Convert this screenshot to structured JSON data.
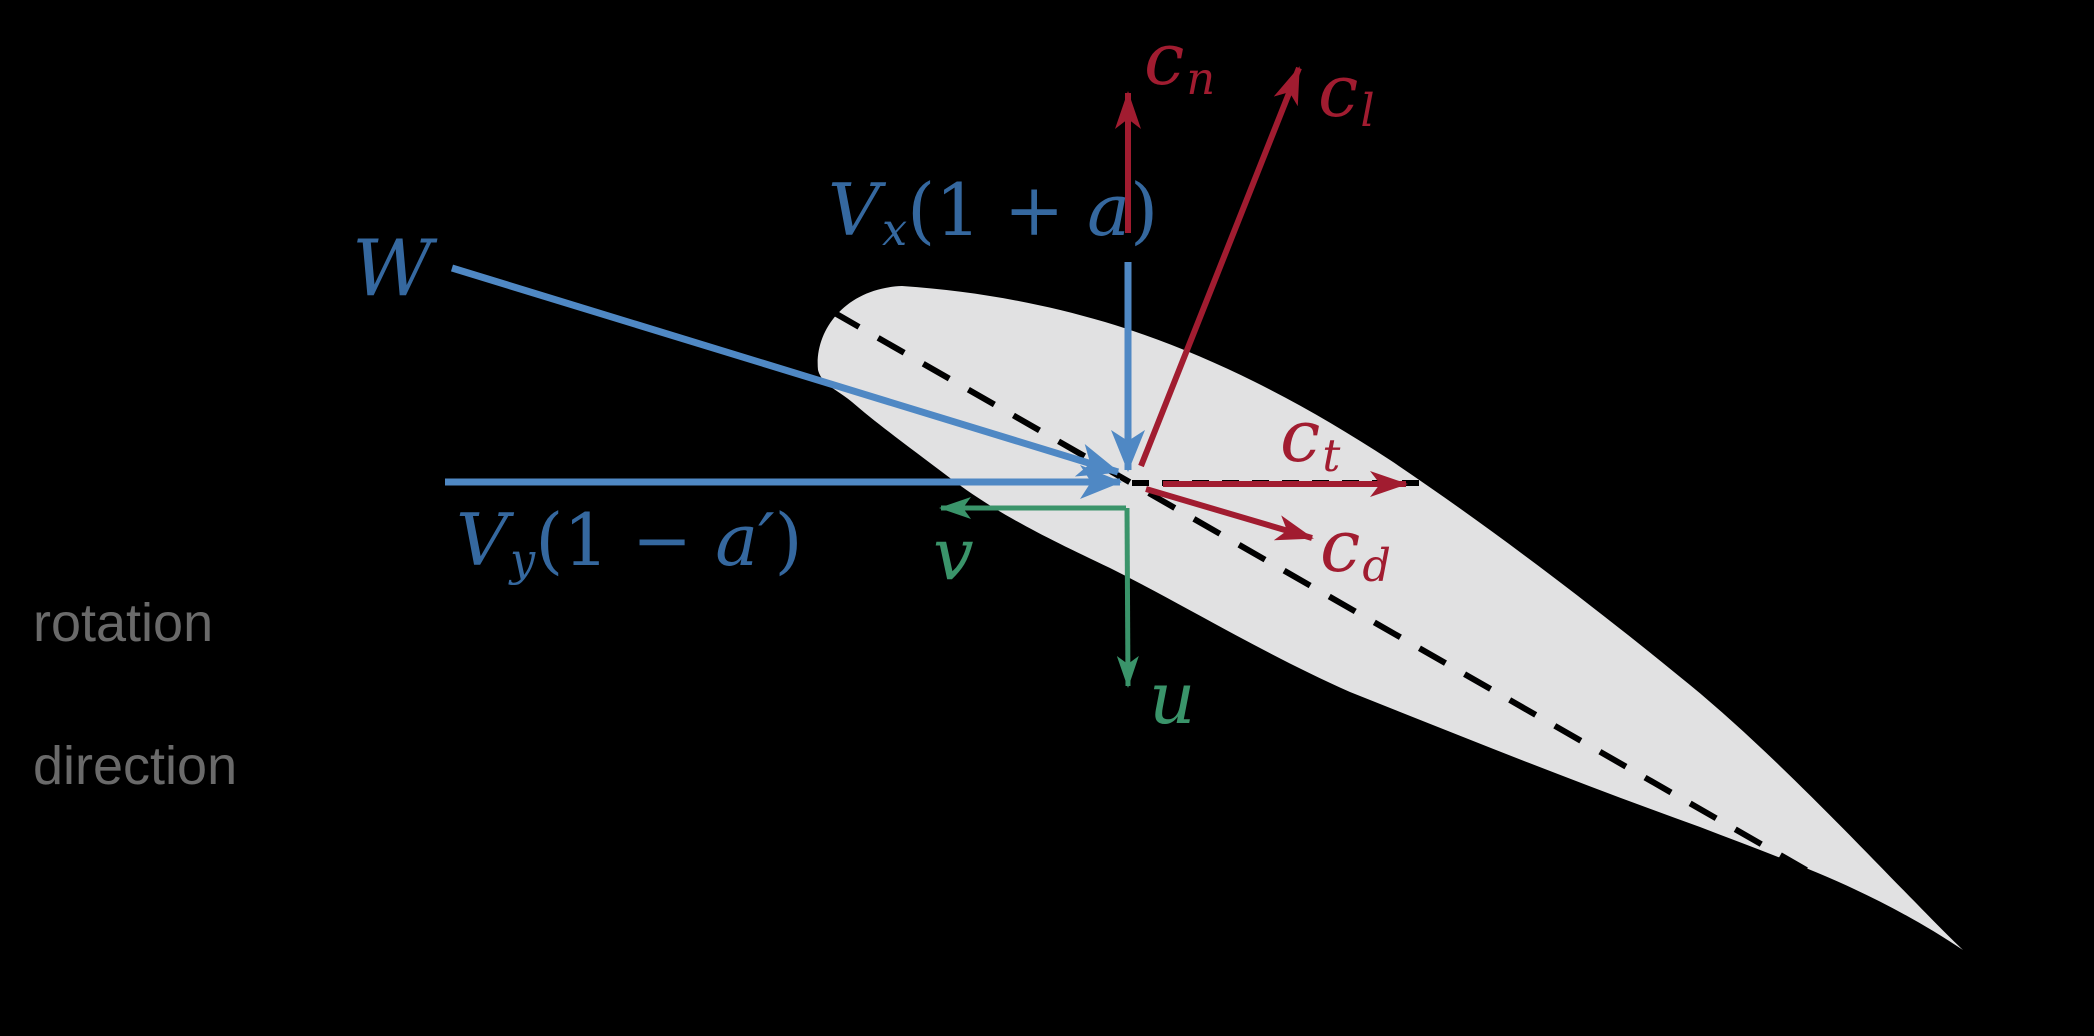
{
  "colors": {
    "background": "#000000",
    "airfoil_fill": "#e1e1e2",
    "blue_line": "#4f88c4",
    "blue_text": "#35689f",
    "red": "#a11c30",
    "green": "#3a946a",
    "gray_text": "#6a6a6a",
    "dash": "#000000"
  },
  "labels": {
    "W": {
      "base": "W"
    },
    "Vx": {
      "base": "V",
      "sub": "x",
      "open": "(1 + ",
      "var": "a",
      "close": ")"
    },
    "Vy": {
      "base": "V",
      "sub": "y",
      "open": "(1 − ",
      "var": "a′",
      "close": ")"
    },
    "cn": {
      "base": "c",
      "sub": "n"
    },
    "cl": {
      "base": "c",
      "sub": "l"
    },
    "ct": {
      "base": "c",
      "sub": "t"
    },
    "cd": {
      "base": "c",
      "sub": "d"
    },
    "v": {
      "base": "v"
    },
    "u": {
      "base": "u"
    },
    "rotation_direction": {
      "line1": "rotation",
      "line2": "direction"
    }
  }
}
